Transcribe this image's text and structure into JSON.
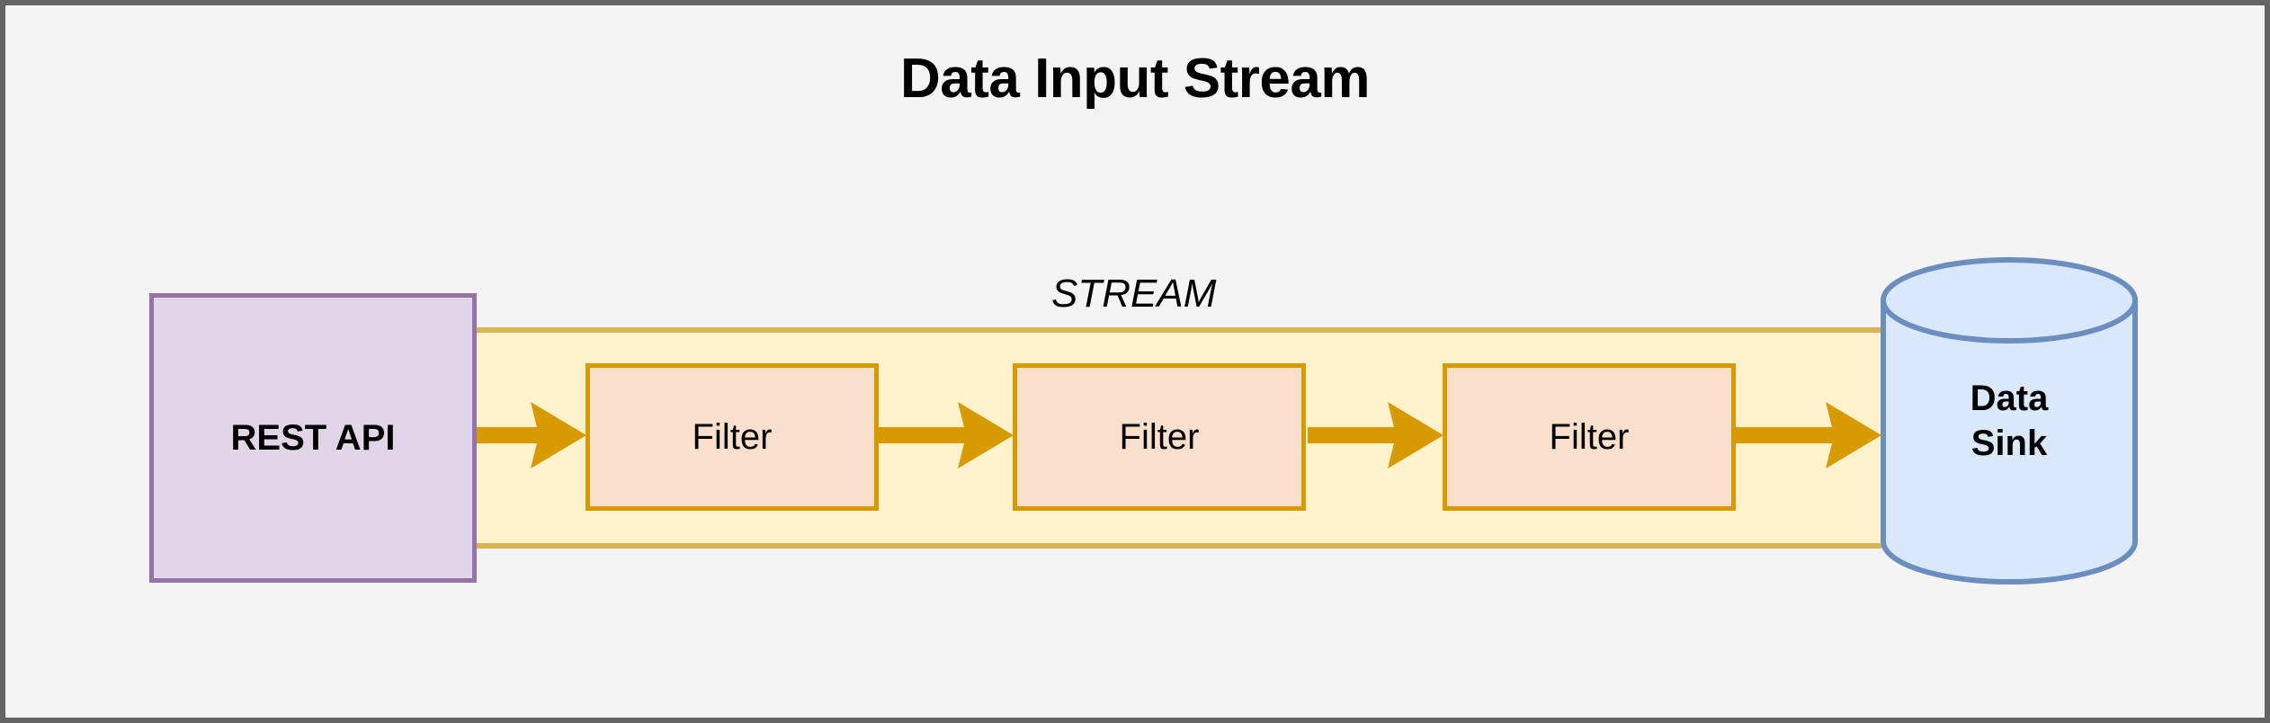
{
  "diagram": {
    "title": "Data Input Stream",
    "background_color": "#f4f4f4",
    "border_color": "#646464"
  },
  "stream": {
    "label": "STREAM",
    "fill_color": "#fff2cc",
    "border_color": "#d6b656"
  },
  "source": {
    "label": "REST API",
    "shape": "rectangle",
    "fill_color": "#e1d5e7",
    "border_color": "#9673a6"
  },
  "filters": [
    {
      "label": "Filter"
    },
    {
      "label": "Filter"
    },
    {
      "label": "Filter"
    }
  ],
  "filter_style": {
    "fill_color": "#fae0cc",
    "border_color": "#d79b00"
  },
  "sink": {
    "label_line_1": "Data",
    "label_line_2": "Sink",
    "shape": "cylinder",
    "fill_color": "#dae8fc",
    "border_color": "#6c8ebf"
  },
  "arrows": {
    "color": "#d79b00",
    "count": 4,
    "direction": "right"
  }
}
